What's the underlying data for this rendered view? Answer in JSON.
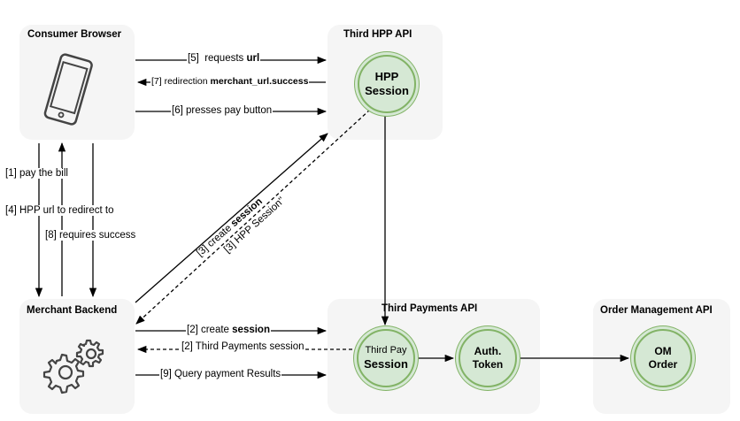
{
  "panels": {
    "consumer": "Consumer Browser",
    "hpp": "Third HPP API",
    "merchant": "Merchant Backend",
    "payments": "Third Payments API",
    "om": "Order Management API"
  },
  "nodes": {
    "hpp_session": [
      "HPP",
      "Session"
    ],
    "third_pay_session": [
      "Third Pay",
      "Session"
    ],
    "auth_token": [
      "Auth.",
      "Token"
    ],
    "om_order": [
      "OM",
      "Order"
    ]
  },
  "edges": {
    "e5_num": "[5]",
    "e5_text": "requests",
    "e5_bold": "url",
    "e7_num": "[7] redirection",
    "e7_bold": "merchant_url.success",
    "e6": "[6] presses pay button",
    "e1": "[1] pay the bill",
    "e4": "[4] HPP url to redirect to",
    "e8": "[8] requires success",
    "e3a_text": "[3] create",
    "e3a_bold": "session",
    "e3b": "[3] HPP Session\"",
    "e2a_text": "[2] create",
    "e2a_bold": "session",
    "e2b": "[2] Third Payments session",
    "e9": "[9]  Query payment Results"
  },
  "icons": [
    "smartphone-icon",
    "gears-icon"
  ],
  "colors": {
    "node_fill": "#d5e8d4",
    "node_stroke": "#82b366",
    "panel": "#f5f5f5"
  }
}
